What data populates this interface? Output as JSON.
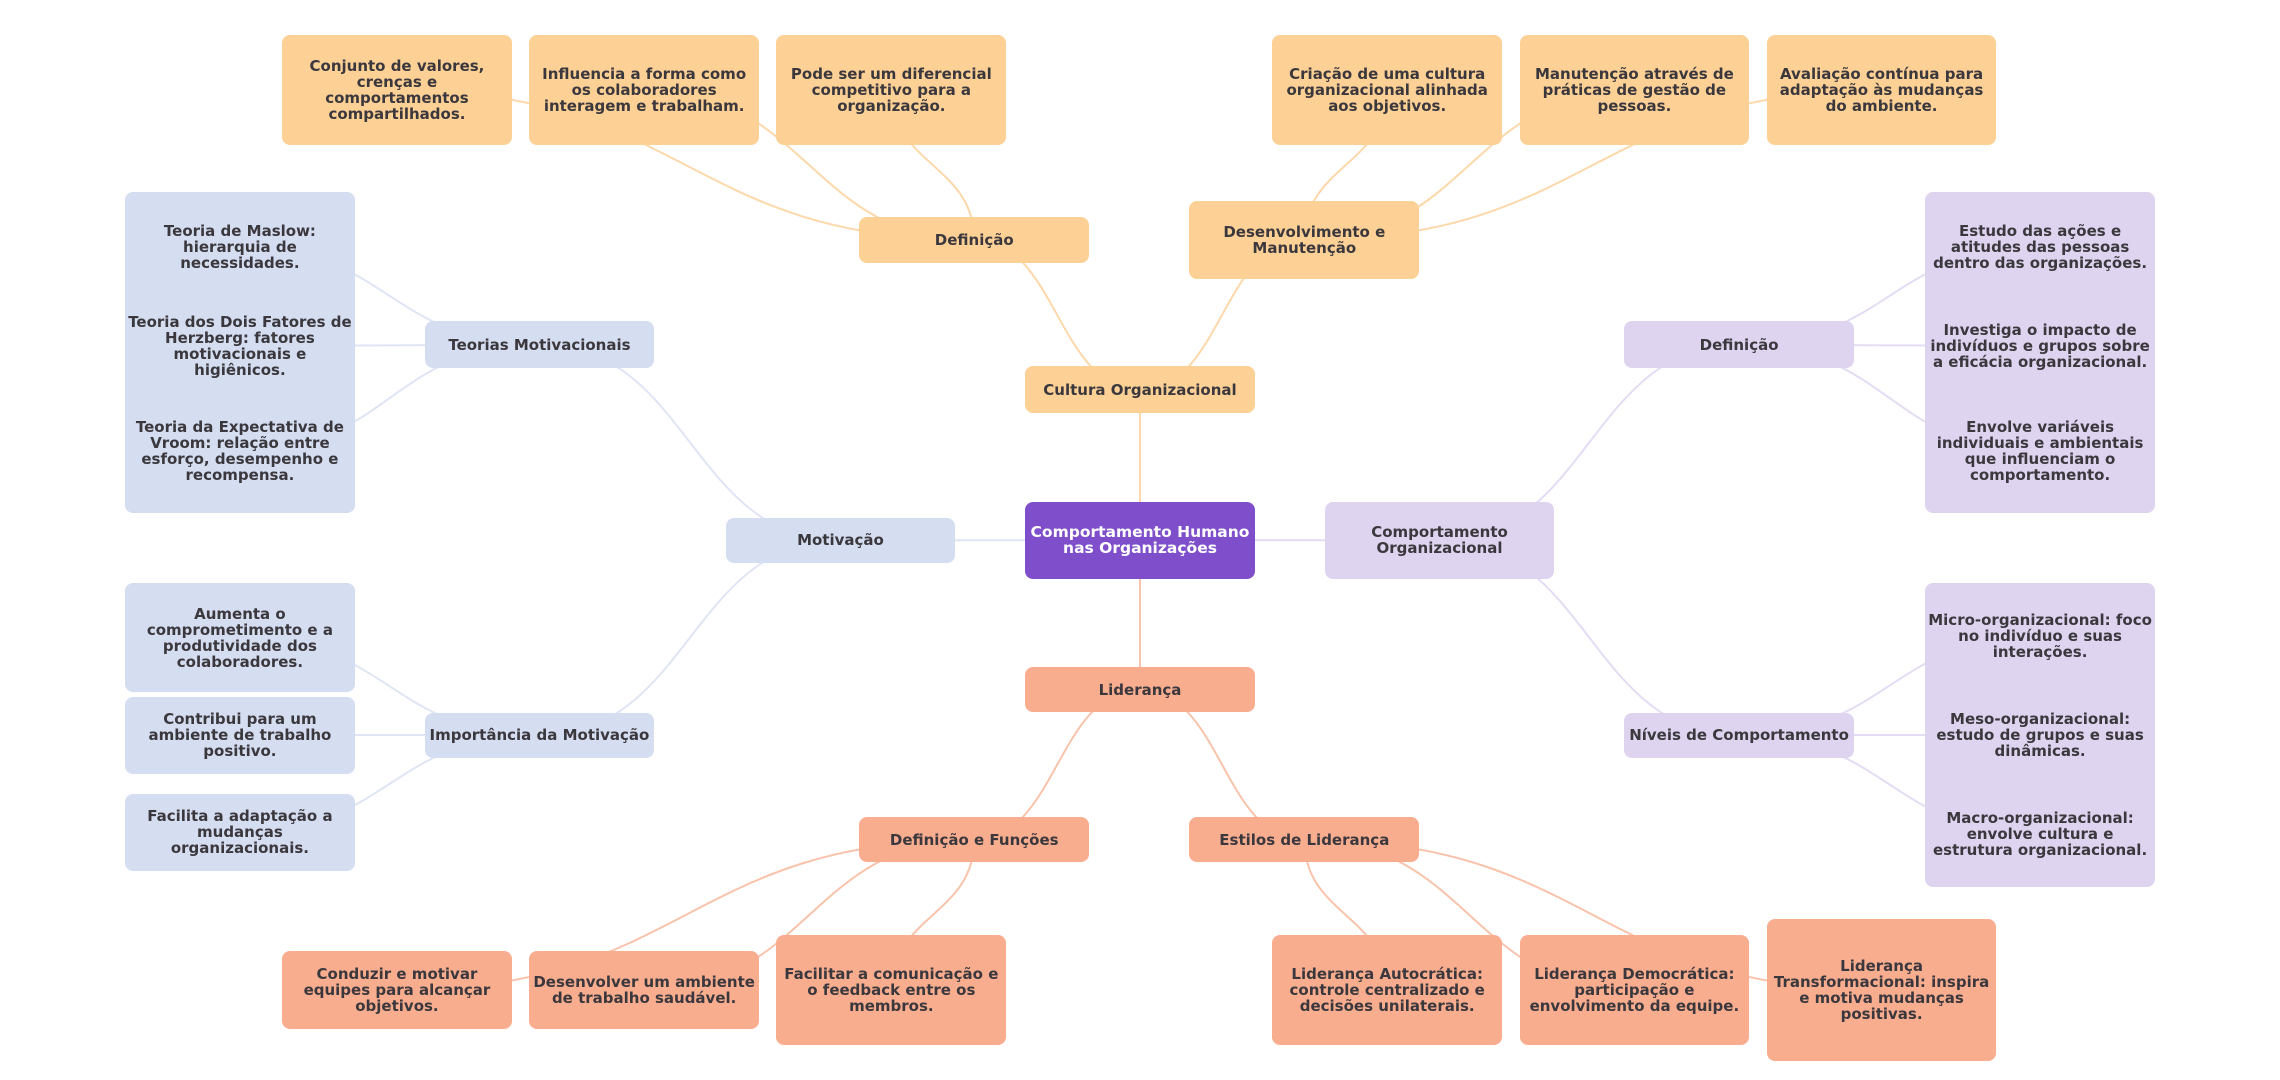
{
  "root": {
    "label": "Comportamento Humano nas Organizações",
    "color": "#7f4fcb"
  },
  "branches": [
    {
      "label": "Cultura Organizacional",
      "color": "#fdd095",
      "line_color": "#fdd8aa",
      "subs": [
        {
          "label": "Definição",
          "items": [
            "Conjunto de valores, crenças e comportamentos compartilhados.",
            "Influencia a forma como os colaboradores interagem e trabalham.",
            "Pode ser um diferencial competitivo para a organização."
          ]
        },
        {
          "label": "Desenvolvimento e Manutenção",
          "items": [
            "Criação de uma cultura organizacional alinhada aos objetivos.",
            "Manutenção através de práticas de gestão de pessoas.",
            "Avaliação contínua para adaptação às mudanças do ambiente."
          ]
        }
      ]
    },
    {
      "label": "Comportamento Organizacional",
      "color": "#ded4f0",
      "line_color": "#e4dcf4",
      "subs": [
        {
          "label": "Definição",
          "items": [
            "Estudo das ações e atitudes das pessoas dentro das organizações.",
            "Investiga o impacto de indivíduos e grupos sobre a eficácia organizacional.",
            "Envolve variáveis individuais e ambientais que influenciam o comportamento."
          ]
        },
        {
          "label": "Níveis de Comportamento",
          "items": [
            "Micro-organizacional: foco no indivíduo e suas interações.",
            "Meso-organizacional: estudo de grupos e suas dinâmicas.",
            "Macro-organizacional: envolve cultura e estrutura organizacional."
          ]
        }
      ]
    },
    {
      "label": "Liderança",
      "color": "#f9ad8f",
      "line_color": "#f9c3ab",
      "subs": [
        {
          "label": "Definição e Funções",
          "items": [
            "Conduzir e motivar equipes para alcançar objetivos.",
            "Desenvolver um ambiente de trabalho saudável.",
            "Facilitar a comunicação e o feedback entre os membros."
          ]
        },
        {
          "label": "Estilos de Liderança",
          "items": [
            "Liderança Autocrática: controle centralizado e decisões unilaterais.",
            "Liderança Democrática: participação e envolvimento da equipe.",
            "Liderança Transformacional: inspira e motiva mudanças positivas."
          ]
        }
      ]
    },
    {
      "label": "Motivação",
      "color": "#d5ddf1",
      "line_color": "#dfe5f4",
      "subs": [
        {
          "label": "Teorias Motivacionais",
          "items": [
            "Teoria de Maslow: hierarquia de necessidades.",
            "Teoria dos Dois Fatores de Herzberg: fatores motivacionais e higiênicos.",
            "Teoria da Expectativa de Vroom: relação entre esforço, desempenho e recompensa."
          ]
        },
        {
          "label": "Importância da Motivação",
          "items": [
            "Aumenta o comprometimento e a produtividade dos colaboradores.",
            "Contribui para um ambiente de trabalho positivo.",
            "Facilita a adaptação a mudanças organizacionais."
          ]
        }
      ]
    }
  ]
}
